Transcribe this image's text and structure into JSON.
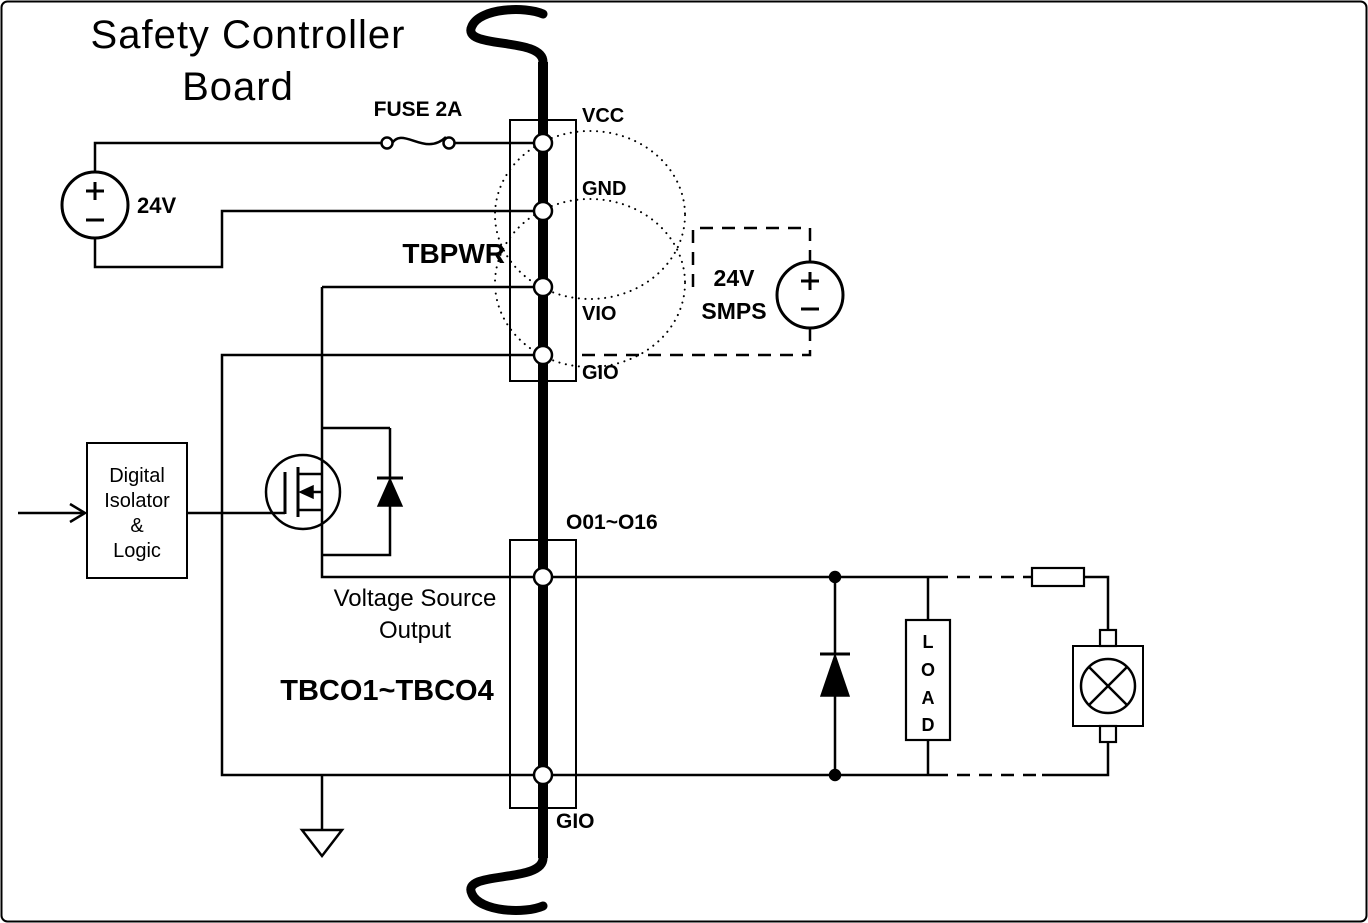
{
  "title": {
    "line1": "Safety Controller",
    "line2": "Board"
  },
  "power_input": {
    "fuse_label": "FUSE 2A",
    "source_label": "24V"
  },
  "smps": {
    "line1": "24V",
    "line2": "SMPS"
  },
  "tbpwr": {
    "label": "TBPWR",
    "pin_vcc": "VCC",
    "pin_gnd": "GND",
    "pin_vio": "VIO",
    "pin_gio": "GIO"
  },
  "isolator": {
    "line1": "Digital",
    "line2": "Isolator",
    "line3": "&",
    "line4": "Logic"
  },
  "output_section": {
    "channel_range": "O01~O16",
    "block_label": "TBCO1~TBCO4",
    "pin_gio": "GIO",
    "caption_line1": "Voltage Source",
    "caption_line2": "Output"
  },
  "load": {
    "letters": [
      "L",
      "O",
      "A",
      "D"
    ]
  },
  "colors": {
    "ink": "#000000",
    "background": "#ffffff"
  }
}
